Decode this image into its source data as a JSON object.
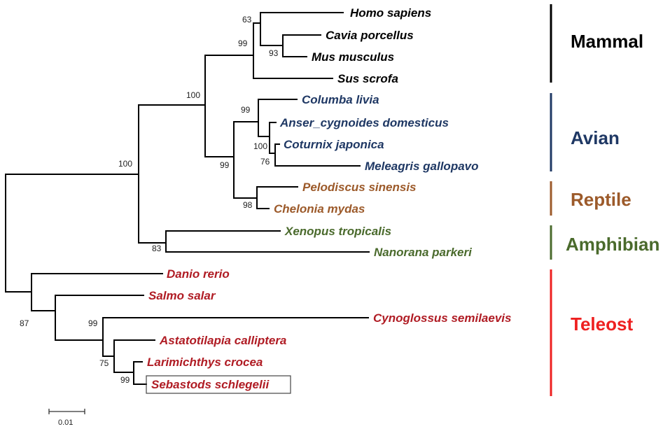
{
  "colors": {
    "mammal": "#000000",
    "avian": "#1f3864",
    "reptile": "#9c5a2a",
    "amphibian": "#4a6a2c",
    "teleost_taxa": "#b01c24",
    "teleost_group": "#ee2020"
  },
  "taxa": {
    "homo": "Homo sapiens",
    "cavia": "Cavia porcellus",
    "mus": "Mus musculus",
    "sus": "Sus scrofa",
    "columba": "Columba livia",
    "anser": "Anser_cygnoides domesticus",
    "coturnix": "Coturnix japonica",
    "meleagris": "Meleagris gallopavo",
    "pelodiscus": "Pelodiscus sinensis",
    "chelonia": "Chelonia mydas",
    "xenopus": "Xenopus tropicalis",
    "nanorana": "Nanorana parkeri",
    "danio": "Danio rerio",
    "salmo": "Salmo salar",
    "cynoglossus": "Cynoglossus semilaevis",
    "astatotilapia": "Astatotilapia calliptera",
    "larimichthys": "Larimichthys crocea",
    "sebastods": "Sebastods schlegelii"
  },
  "bootstrap": {
    "mammal_63": "63",
    "mammal_99": "99",
    "cavia_mus_93": "93",
    "tetrapod_100": "100",
    "avian_99": "99",
    "anser_coturnix_100": "100",
    "coturnix_meleagris_76": "76",
    "sauropsid_99": "99",
    "reptile_98": "98",
    "root_tetrapod_100": "100",
    "amphibian_83": "83",
    "teleost_87": "87",
    "perciform_99": "99",
    "astato_group_75": "75",
    "lari_sebas_99": "99"
  },
  "groups": {
    "mammal": "Mammal",
    "avian": "Avian",
    "reptile": "Reptile",
    "amphibian": "Amphibian",
    "teleost": "Teleost"
  },
  "scale_bar": {
    "label": "0.01"
  }
}
